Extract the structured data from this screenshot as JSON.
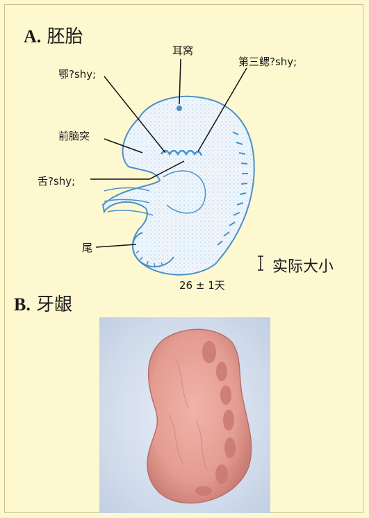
{
  "section_a": {
    "letter": "A.",
    "title": "胚胎"
  },
  "section_b": {
    "letter": "B.",
    "title": "牙龈"
  },
  "labels": {
    "ear": "耳窝",
    "jaw": "鄂?shy;",
    "third_arch": "第三鳃?shy;",
    "forebrain": "前脑突",
    "tongue": "舌?shy;",
    "tail": "尾"
  },
  "scale": {
    "text": "实际大小"
  },
  "age": {
    "text": "26 ± 1天"
  },
  "colors": {
    "background": "#fdf8cf",
    "embryo_outline": "#4a90c8",
    "gum": "#e9a39a"
  }
}
